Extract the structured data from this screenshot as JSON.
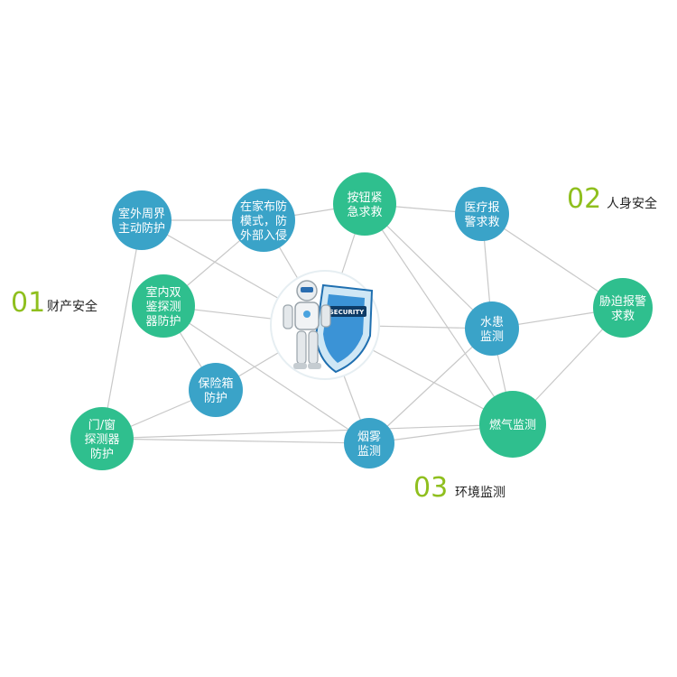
{
  "categories": [
    {
      "num": "01",
      "label": "财产安全"
    },
    {
      "num": "02",
      "label": "人身安全"
    },
    {
      "num": "03",
      "label": "环境监测"
    }
  ],
  "nodes": [
    {
      "id": "n1",
      "lines": [
        "室外周界",
        "主动防护"
      ],
      "color": "#3aa3c8"
    },
    {
      "id": "n2",
      "lines": [
        "在家布防",
        "模式，防",
        "外部入侵"
      ],
      "color": "#3aa3c8"
    },
    {
      "id": "n3",
      "lines": [
        "按钮紧",
        "急求救"
      ],
      "color": "#2fbf8e"
    },
    {
      "id": "n4",
      "lines": [
        "医疗报",
        "警求救"
      ],
      "color": "#3aa3c8"
    },
    {
      "id": "n5",
      "lines": [
        "室内双",
        "鉴探测",
        "器防护"
      ],
      "color": "#2fbf8e"
    },
    {
      "id": "n6",
      "lines": [
        "胁迫报警",
        "求救"
      ],
      "color": "#2fbf8e"
    },
    {
      "id": "n7",
      "lines": [
        "水患",
        "监测"
      ],
      "color": "#3aa3c8"
    },
    {
      "id": "n8",
      "lines": [
        "保险箱",
        "防护"
      ],
      "color": "#3aa3c8"
    },
    {
      "id": "n9",
      "lines": [
        "门/窗",
        "探测器",
        "防护"
      ],
      "color": "#2fbf8e"
    },
    {
      "id": "n10",
      "lines": [
        "烟雾",
        "监测"
      ],
      "color": "#3aa3c8"
    },
    {
      "id": "n11",
      "lines": [
        "燃气监测"
      ],
      "color": "#2fbf8e"
    }
  ],
  "center": {
    "shield_text": "SECURITY",
    "icon": "robot-security-shield-icon"
  },
  "colors": {
    "blue": "#3aa3c8",
    "green": "#2fbf8e",
    "accent": "#8fbf1e",
    "line": "#c8c8c8"
  }
}
